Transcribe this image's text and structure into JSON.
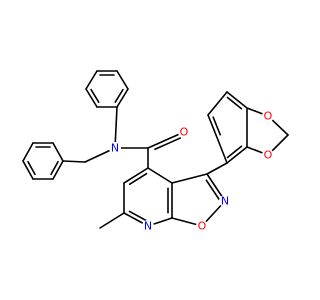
{
  "colors": {
    "bond": "#000000",
    "oxygen": "#ff0000",
    "nitrogen": "#0000ff",
    "background": "#ffffff"
  },
  "atoms": [
    {
      "id": "O_carbonyl",
      "label": "O",
      "element": "O"
    },
    {
      "id": "N_amide",
      "label": "N",
      "element": "N"
    },
    {
      "id": "N_pyridine",
      "label": "N",
      "element": "N"
    },
    {
      "id": "O_isoxazole",
      "label": "O",
      "element": "O"
    },
    {
      "id": "N_isoxazole",
      "label": "N",
      "element": "N"
    },
    {
      "id": "O_dioxole_top",
      "label": "O",
      "element": "O"
    },
    {
      "id": "O_dioxole_bottom",
      "label": "O",
      "element": "O"
    }
  ]
}
